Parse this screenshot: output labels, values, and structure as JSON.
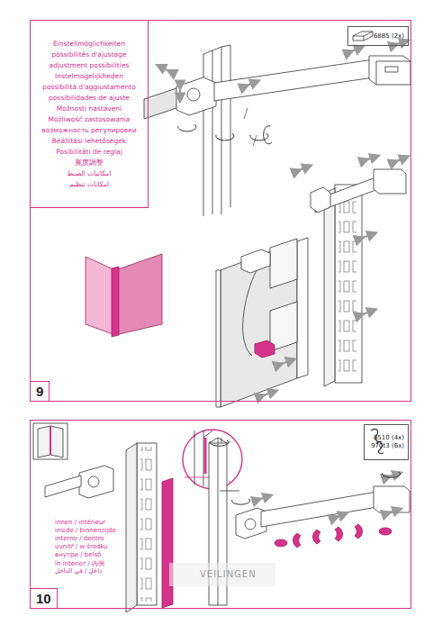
{
  "diagram": {
    "nodes": [
      {
        "text": [
          "9"
        ]
      },
      {
        "text": [
          "Einstellmöglichkeiten",
          "possibilités d'ajustage",
          "adjustment possibilities",
          "Instelmogelijkheden",
          "possibilità d'aggiustamento",
          "possibilidades de ajuste",
          "Možnosti nastavení",
          "Możliwość zastosowania",
          "возможность регулировки",
          "Beállítási lehetőségek",
          "Posibilități de reglaj",
          "寬度調整",
          "امكانيات الضبط",
          "امكانات تنظيم"
        ],
        "in": 0
      },
      {
        "text": [
          "6885 (2x)"
        ],
        "in": 0
      },
      {
        "text": [
          "10"
        ]
      },
      {
        "text": [
          "6510 (4x)",
          "970t3 (6x)"
        ],
        "in": 3
      }
    ],
    "edges": [],
    "labels": [
      "innen / intérieur",
      "inside / binnenzijde",
      "interno / dentro",
      "uvnitř / w środku",
      "внутри / belső",
      "în interior / 内側",
      "داخل / في الداخل",
      "VEILINGEN"
    ]
  }
}
